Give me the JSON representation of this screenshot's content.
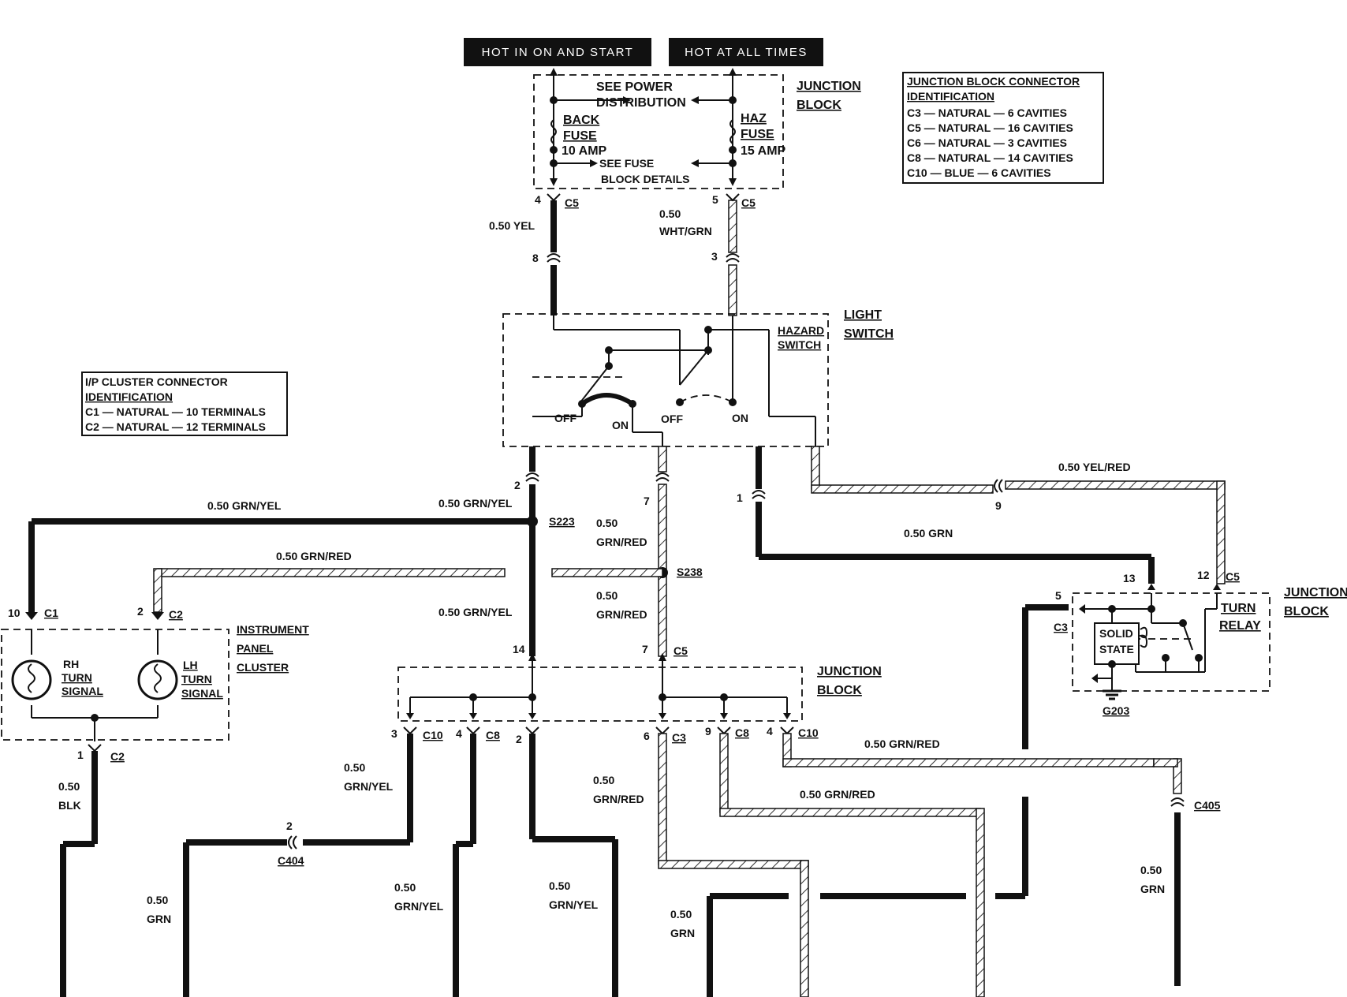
{
  "headers": {
    "hot_run_start": "HOT IN ON AND START",
    "hot_all_times": "HOT AT ALL TIMES"
  },
  "top_junction": {
    "title_line1": "JUNCTION",
    "title_line2": "BLOCK",
    "power_dist_line1": "SEE POWER",
    "power_dist_line2": "DISTRIBUTION",
    "back_fuse_line1": "BACK",
    "back_fuse_line2": "FUSE",
    "back_fuse_amp": "10 AMP",
    "haz_fuse_line1": "HAZ",
    "haz_fuse_line2": "FUSE",
    "haz_fuse_amp": "15 AMP",
    "fuse_details_line1": "SEE FUSE",
    "fuse_details_line2": "BLOCK DETAILS"
  },
  "jb_connector_id": {
    "title_line1": "JUNCTION BLOCK CONNECTOR",
    "title_line2": "IDENTIFICATION",
    "rows": [
      "C3 — NATURAL — 6 CAVITIES",
      "C5 — NATURAL — 16 CAVITIES",
      "C6 — NATURAL — 3 CAVITIES",
      "C8 — NATURAL — 14 CAVITIES",
      "C10 — BLUE — 6 CAVITIES"
    ]
  },
  "ip_connector_id": {
    "title_line1": "I/P CLUSTER CONNECTOR",
    "title_line2": "IDENTIFICATION",
    "rows": [
      "C1 — NATURAL — 10 TERMINALS",
      "C2 — NATURAL — 12 TERMINALS"
    ]
  },
  "light_switch": {
    "title_line1": "LIGHT",
    "title_line2": "SWITCH",
    "hazard_line1": "HAZARD",
    "hazard_line2": "SWITCH",
    "off1": "OFF",
    "on1": "ON",
    "off2": "OFF",
    "on2": "ON"
  },
  "cluster": {
    "title_line1": "INSTRUMENT",
    "title_line2": "PANEL",
    "title_line3": "CLUSTER",
    "rh_line1": "RH",
    "rh_line2": "TURN",
    "rh_line3": "SIGNAL",
    "lh_line1": "LH",
    "lh_line2": "TURN",
    "lh_line3": "SIGNAL"
  },
  "mid_junction": {
    "title_line1": "JUNCTION",
    "title_line2": "BLOCK"
  },
  "right_junction": {
    "title_line1": "JUNCTION",
    "title_line2": "BLOCK",
    "relay_line1": "TURN",
    "relay_line2": "RELAY",
    "solid_line1": "SOLID",
    "solid_line2": "STATE"
  },
  "labels": {
    "pin4": "4",
    "pin5": "5",
    "pin8": "8",
    "pin3": "3",
    "pin2": "2",
    "pin7": "7",
    "pin1": "1",
    "pin9": "9",
    "pin14": "14",
    "pin7b": "7",
    "pin10": "10",
    "pin2b": "2",
    "pin1b": "1",
    "pin3b": "3",
    "pin4b": "4",
    "pin2c": "2",
    "pin6": "6",
    "pin9b": "9",
    "pin4c": "4",
    "pin13": "13",
    "pin12": "12",
    "pin5b": "5",
    "pin2d": "2",
    "c5": "C5",
    "c5b": "C5",
    "c5c": "C5",
    "c5d": "C5",
    "c1": "C1",
    "c2": "C2",
    "c2b": "C2",
    "c10": "C10",
    "c8": "C8",
    "c3": "C3",
    "c8b": "C8",
    "c10b": "C10",
    "c3b": "C3",
    "s223": "S223",
    "s238": "S238",
    "c404": "C404",
    "c405": "C405",
    "g203": "G203",
    "w_yel_n": "0.50 YEL",
    "w_whtgrn_a": "0.50",
    "w_whtgrn_b": "WHT/GRN",
    "w_grnyel_left": "0.50 GRN/YEL",
    "w_grnyel_mid": "0.50 GRN/YEL",
    "w_grnred_mid_a": "0.50",
    "w_grnred_mid_b": "GRN/RED",
    "w_grnred_left": "0.50 GRN/RED",
    "w_grnred2_a": "0.50",
    "w_grnred2_b": "GRN/RED",
    "w_grnyel_v": "0.50 GRN/YEL",
    "w_yelred": "0.50 YEL/RED",
    "w_grn_right": "0.50 GRN",
    "w_blk_a": "0.50",
    "w_blk_b": "BLK",
    "w_gy1_a": "0.50",
    "w_gy1_b": "GRN/YEL",
    "w_grn1_a": "0.50",
    "w_grn1_b": "GRN",
    "w_gy2_a": "0.50",
    "w_gy2_b": "GRN/YEL",
    "w_gy3_a": "0.50",
    "w_gy3_b": "GRN/YEL",
    "w_gr3_a": "0.50",
    "w_gr3_b": "GRN/RED",
    "w_grn2_a": "0.50",
    "w_grn2_b": "GRN",
    "w_grnred_r1": "0.50 GRN/RED",
    "w_grnred_r2": "0.50 GRN/RED",
    "w_grn3_a": "0.50",
    "w_grn3_b": "GRN"
  }
}
